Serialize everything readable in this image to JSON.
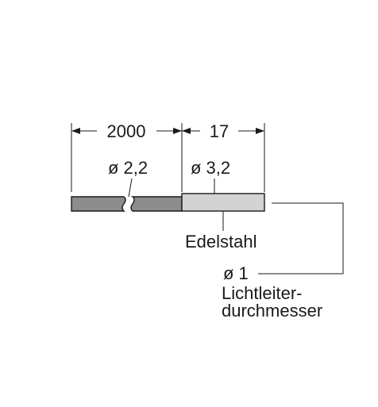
{
  "dimensions": {
    "cable_length": "2000",
    "tip_length": "17"
  },
  "labels": {
    "cable_diameter": "ø 2,2",
    "tip_diameter": "ø 3,2",
    "material": "Edelstahl",
    "fiber_diameter": "ø 1",
    "fiber_caption_line1": "Lichtleiter-",
    "fiber_caption_line2": "durchmesser"
  },
  "colors": {
    "cable_fill": "#8c8c8c",
    "tip_fill": "#d3d3d3",
    "line": "#1a1a1a"
  }
}
